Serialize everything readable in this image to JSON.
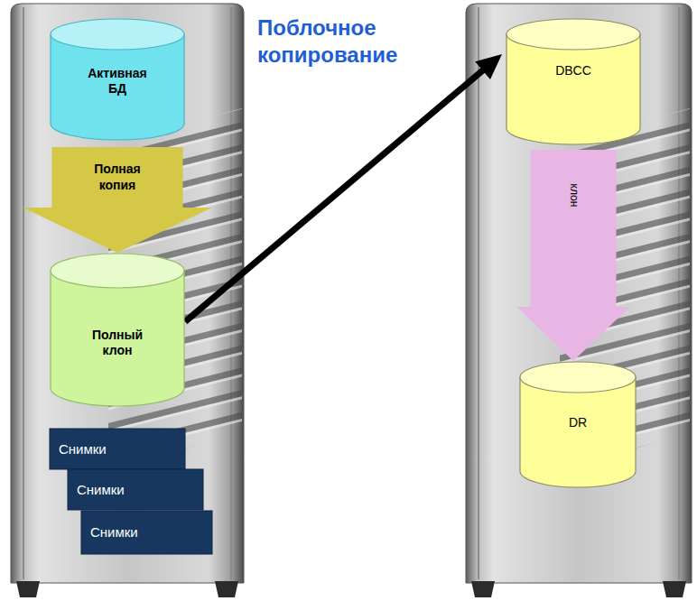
{
  "diagram": {
    "nodes": [
      {
        "text": [
          "Активная БД"
        ]
      },
      {
        "text": [
          "Полный клон"
        ]
      },
      {
        "text": [
          "Снимки"
        ]
      },
      {
        "text": [
          "Снимки"
        ]
      },
      {
        "text": [
          "Снимки"
        ]
      },
      {
        "text": [
          "DBCC"
        ]
      },
      {
        "text": [
          "DR"
        ]
      }
    ],
    "edges": [
      {
        "from": 0,
        "to": 1,
        "arrow": "to",
        "label": "Полная копия"
      },
      {
        "from": 1,
        "to": 5,
        "arrow": "to",
        "label": "Поблочное копирование"
      },
      {
        "from": 5,
        "to": 6,
        "arrow": "to",
        "label": "клон"
      }
    ]
  }
}
